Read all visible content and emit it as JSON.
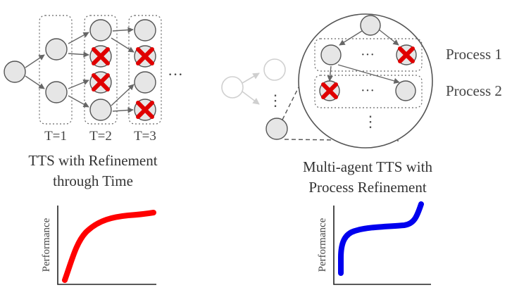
{
  "left": {
    "time_labels": [
      "T=1",
      "T=2",
      "T=3"
    ],
    "ellipsis": "···",
    "caption_line1": "TTS with Refinement",
    "caption_line2": "through Time",
    "curve_color": "#ff0000"
  },
  "right": {
    "process_labels": [
      "Process 1",
      "Process 2"
    ],
    "ellipsis_h": "···",
    "ellipsis_v": "⋮",
    "caption_line1": "Multi-agent TTS with",
    "caption_line2": "Process Refinement",
    "curve_color": "#0000ee"
  },
  "plots": {
    "ylabel": "Performance"
  },
  "colors": {
    "node_fill": "#e6e6e6",
    "node_stroke": "#555555",
    "rejected": "#e00000"
  },
  "icons": {
    "rejected_mark": "x-mark-icon"
  }
}
